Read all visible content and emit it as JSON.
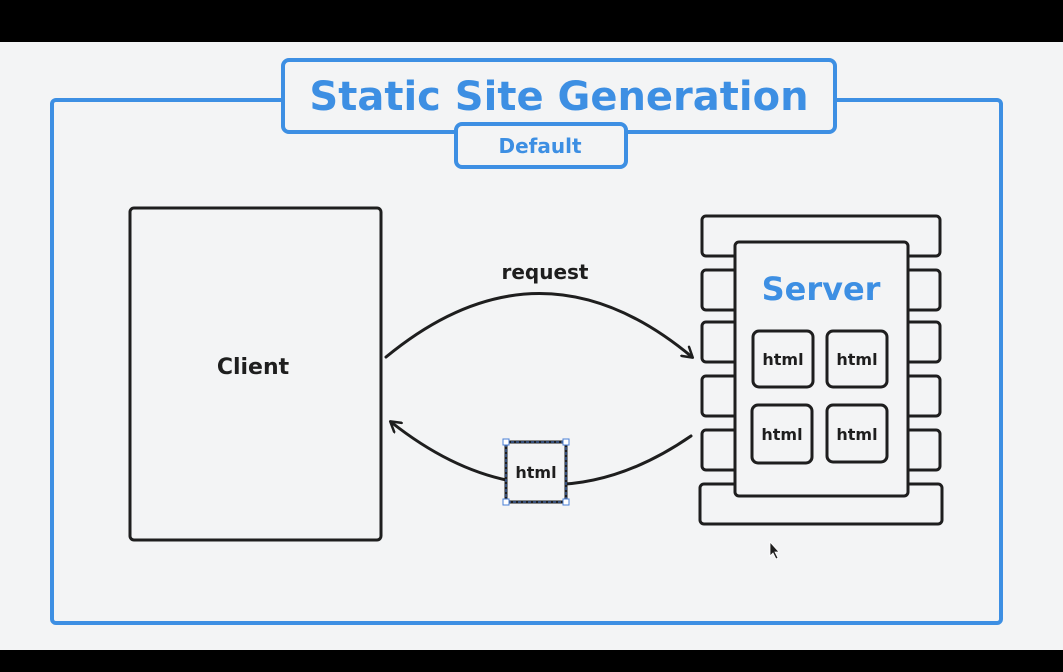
{
  "diagram": {
    "title": "Static Site Generation",
    "subtitle": "Default",
    "client_label": "Client",
    "server_label": "Server",
    "request_label": "request",
    "response_file_label": "html",
    "server_files": [
      "html",
      "html",
      "html",
      "html"
    ],
    "colors": {
      "accent": "#3d8fe3",
      "ink": "#1e1e1e",
      "canvas": "#f3f4f5",
      "letterbox": "#000000"
    }
  }
}
